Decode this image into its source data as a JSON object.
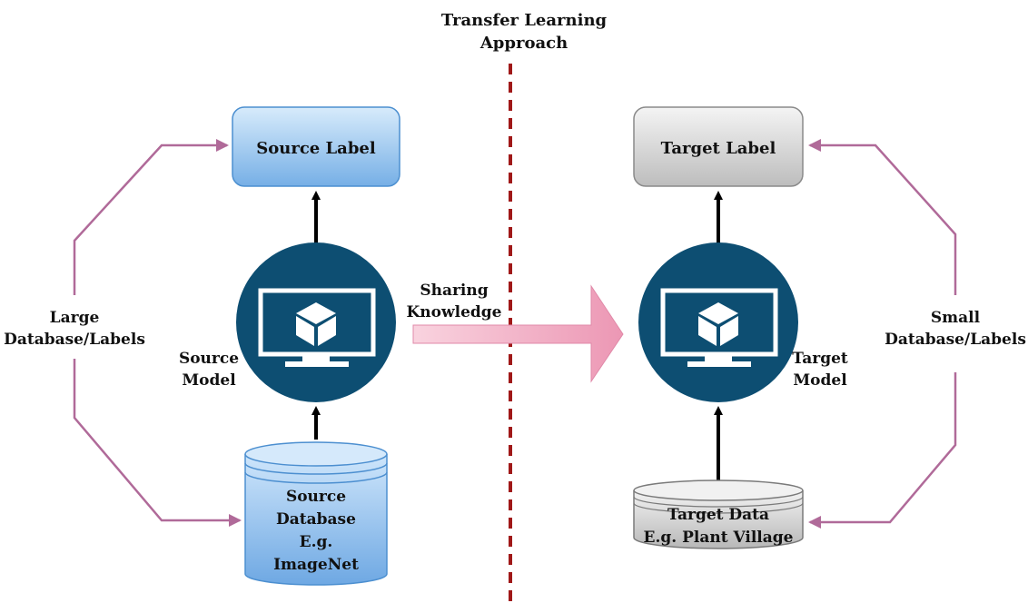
{
  "title": {
    "line1": "Transfer Learning",
    "line2": "Approach"
  },
  "source": {
    "label_box": "Source Label",
    "model": {
      "line1": "Source",
      "line2": "Model"
    },
    "database": {
      "line1": "Source",
      "line2": "Database",
      "line3": "E.g.",
      "line4": "ImageNet"
    },
    "side": {
      "line1": "Large",
      "line2": "Database/Labels"
    }
  },
  "target": {
    "label_box": "Target Label",
    "model": {
      "line1": "Target",
      "line2": "Model"
    },
    "database": {
      "line1": "Target Data",
      "line2": "E.g. Plant Village"
    },
    "side": {
      "line1": "Small",
      "line2": "Database/Labels"
    }
  },
  "sharing": {
    "line1": "Sharing",
    "line2": "Knowledge"
  },
  "colors": {
    "monitor_circle": "#0d4e72",
    "source_box": "#a9d0f3",
    "target_box": "#d9d9d9",
    "loop_arrow": "#b06a99",
    "divider": "#a01818",
    "share_arrow": "#f3b5c9"
  }
}
